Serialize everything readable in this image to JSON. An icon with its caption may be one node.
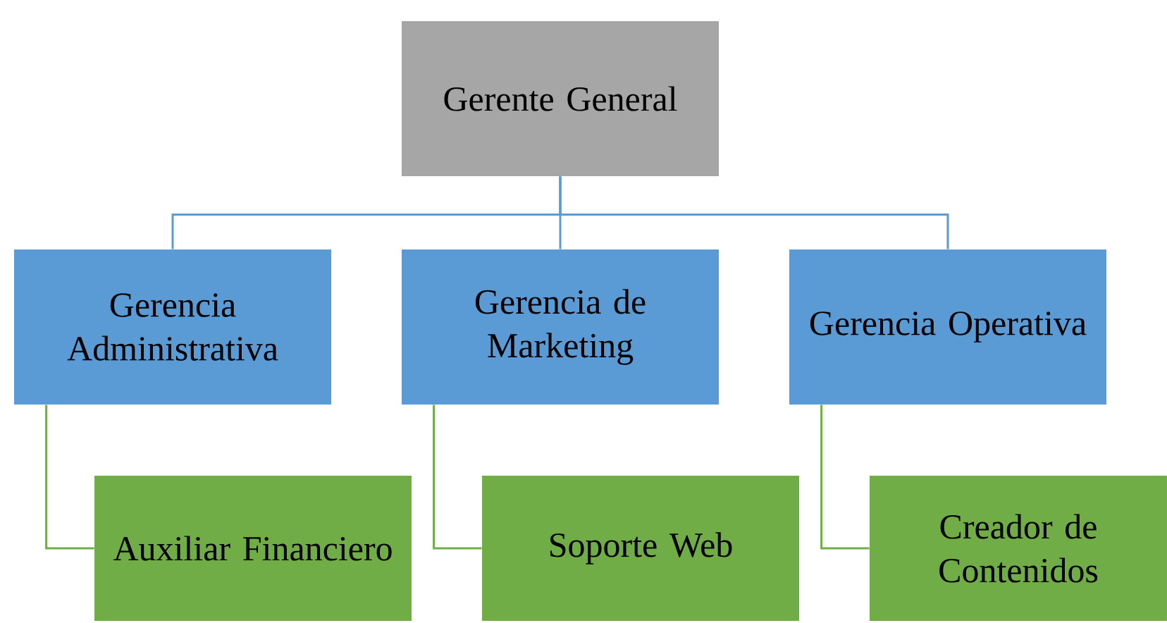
{
  "diagram": {
    "nodes": [
      {
        "text": [
          "Gerente General"
        ]
      },
      {
        "text": [
          "Gerencia Administrativa"
        ]
      },
      {
        "text": [
          "Gerencia de Marketing"
        ]
      },
      {
        "text": [
          "Gerencia Operativa"
        ]
      },
      {
        "text": [
          "Auxiliar Financiero"
        ]
      },
      {
        "text": [
          "Soporte Web"
        ]
      },
      {
        "text": [
          "Creador de Contenidos"
        ]
      }
    ],
    "edges": [
      {
        "from": 0,
        "to": 1,
        "arrow": "none"
      },
      {
        "from": 0,
        "to": 2,
        "arrow": "none"
      },
      {
        "from": 0,
        "to": 3,
        "arrow": "none"
      },
      {
        "from": 1,
        "to": 4,
        "arrow": "none",
        "color": "#70ad47"
      },
      {
        "from": 2,
        "to": 5,
        "arrow": "none",
        "color": "#70ad47"
      },
      {
        "from": 3,
        "to": 6,
        "arrow": "none",
        "color": "#70ad47"
      }
    ]
  }
}
